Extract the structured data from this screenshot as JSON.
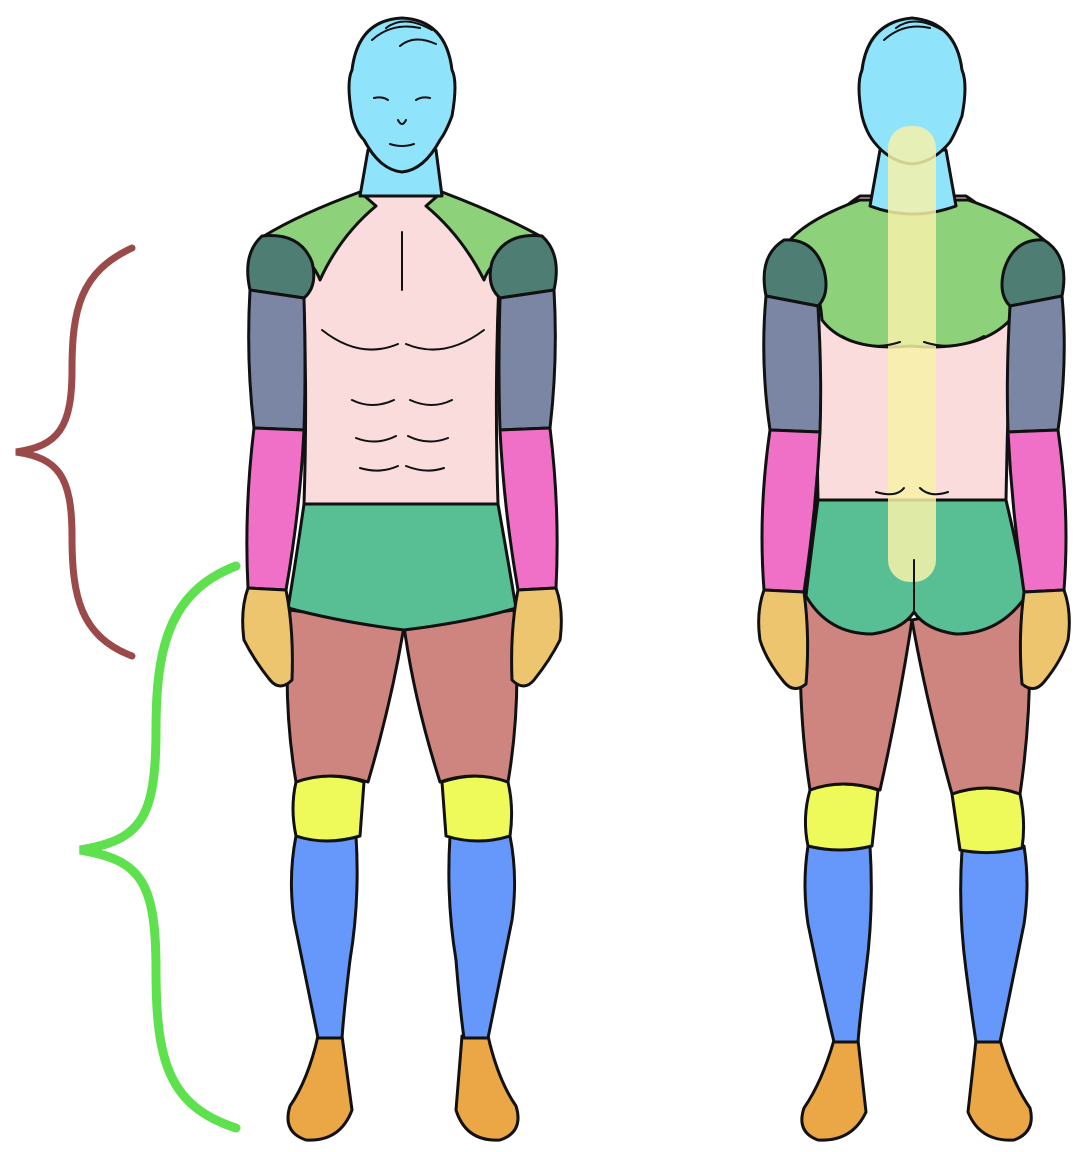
{
  "figure": {
    "views": [
      "front",
      "back"
    ],
    "regions": [
      {
        "id": "head-neck",
        "color": "#8fe3fb"
      },
      {
        "id": "shoulders",
        "color": "#8dd17a"
      },
      {
        "id": "deltoids",
        "color": "#4e7d74"
      },
      {
        "id": "upper-arms",
        "color": "#7b86a4"
      },
      {
        "id": "forearms",
        "color": "#f070c8"
      },
      {
        "id": "hands",
        "color": "#edc56e"
      },
      {
        "id": "torso",
        "color": "#fbdcdc"
      },
      {
        "id": "spine",
        "color": "#f6f1a8"
      },
      {
        "id": "hips",
        "color": "#57bf93"
      },
      {
        "id": "thighs",
        "color": "#ce8580"
      },
      {
        "id": "knees",
        "color": "#eef95a"
      },
      {
        "id": "shins",
        "color": "#6598fa"
      },
      {
        "id": "feet",
        "color": "#eba746"
      }
    ],
    "brackets": [
      {
        "id": "upper-body-bracket",
        "color": "#9b4a4a"
      },
      {
        "id": "lower-body-bracket",
        "color": "#5fe04f"
      }
    ]
  }
}
